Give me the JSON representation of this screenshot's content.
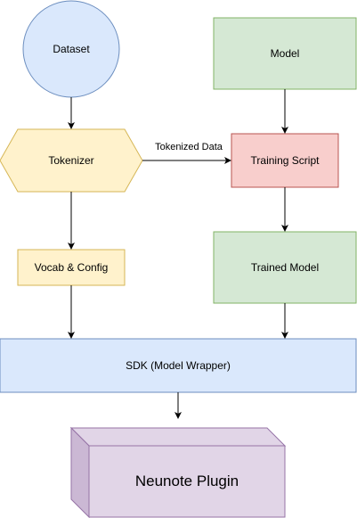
{
  "nodes": {
    "dataset": "Dataset",
    "model": "Model",
    "tokenizer": "Tokenizer",
    "training_script": "Training Script",
    "vocab_config": "Vocab & Config",
    "trained_model": "Trained Model",
    "sdk": "SDK (Model Wrapper)",
    "plugin": "Neunote Plugin"
  },
  "edges": {
    "tokenized_data": "Tokenized Data"
  },
  "colors": {
    "blue_fill": "#dae8fc",
    "blue_stroke": "#6c8ebf",
    "green_fill": "#d5e8d4",
    "green_stroke": "#82b366",
    "yellow_fill": "#fff2cc",
    "yellow_stroke": "#d6b656",
    "red_fill": "#f8cecc",
    "red_stroke": "#b85450",
    "purple_fill": "#e1d5e7",
    "purple_stroke": "#9673a6"
  }
}
